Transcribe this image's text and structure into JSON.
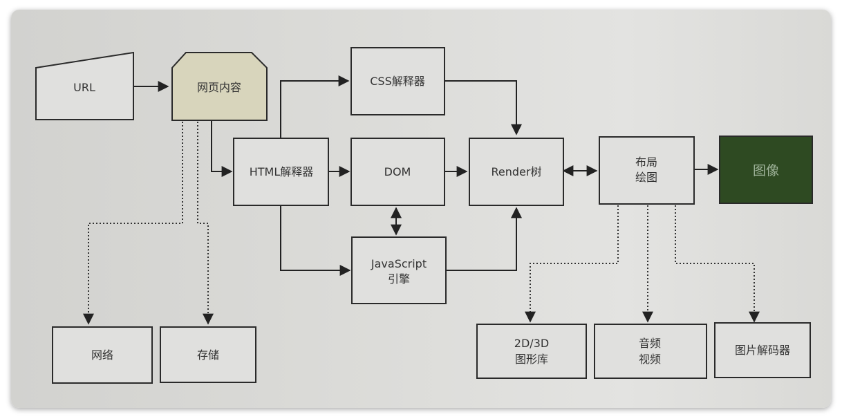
{
  "nodes": {
    "url": "URL",
    "web_content": "网页内容",
    "css_parser": "CSS解释器",
    "html_parser": "HTML解释器",
    "dom": "DOM",
    "js_engine_line1": "JavaScript",
    "js_engine_line2": "引擎",
    "render_tree": "Render树",
    "layout_line1": "布局",
    "layout_line2": "绘图",
    "image": "图像",
    "network": "网络",
    "storage": "存储",
    "graphics_line1": "2D/3D",
    "graphics_line2": "图形库",
    "av_line1": "音频",
    "av_line2": "视频",
    "image_decoder": "图片解码器"
  },
  "colors": {
    "web_content_fill": "#d8d5bc",
    "image_fill": "#2e4a22",
    "box_fill": "#e0e0de"
  }
}
